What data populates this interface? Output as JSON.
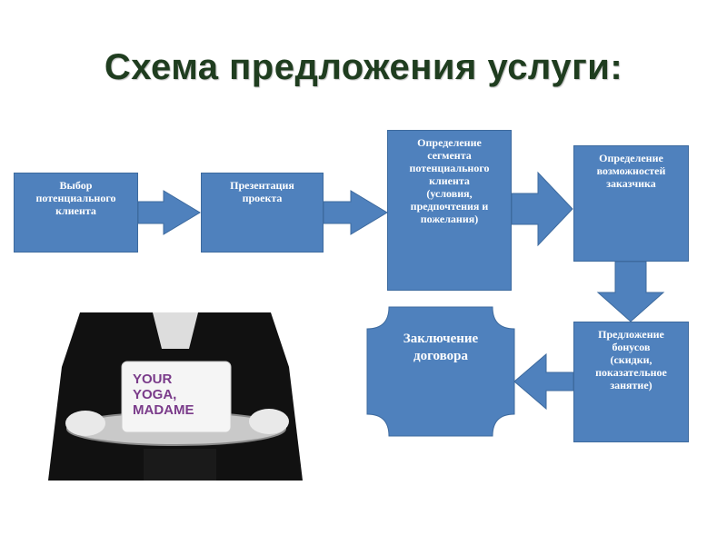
{
  "title": "Схема предложения услуги:",
  "colors": {
    "box_fill": "#4f81bd",
    "box_text": "#ffffff",
    "title_color": "#1f3d1f"
  },
  "boxes": {
    "select_client": "Выбор\nпотенциального\nклиента",
    "presentation": "Презентация\nпроекта",
    "segment": "Определение\nсегмента\nпотенциального\nклиента\n(условия,\nпредпочтения и\nпожелания)",
    "capabilities": "Определение\nвозможностей\nзаказчика",
    "bonuses": "Предложение\nбонусов\n(скидки,\nпоказательное\nзанятие)",
    "contract": "Заключение\nдоговора"
  },
  "image": {
    "sign_text": "YOUR\nYOGA,\nMADAME"
  }
}
